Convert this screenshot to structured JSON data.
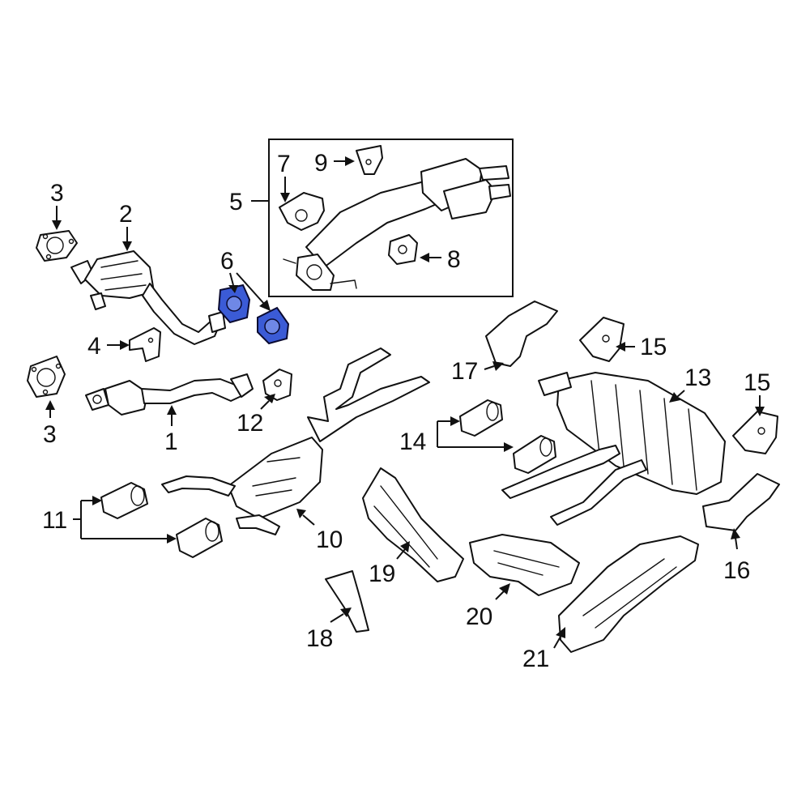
{
  "callouts": {
    "c1": "1",
    "c2": "2",
    "c3a": "3",
    "c3b": "3",
    "c4": "4",
    "c5": "5",
    "c6": "6",
    "c7": "7",
    "c8": "8",
    "c9": "9",
    "c10": "10",
    "c11": "11",
    "c12": "12",
    "c13": "13",
    "c14": "14",
    "c15a": "15",
    "c15b": "15",
    "c16": "16",
    "c17": "17",
    "c18": "18",
    "c19": "19",
    "c20": "20",
    "c21": "21"
  },
  "colors": {
    "highlight": "#3b5bd6",
    "line": "#111111",
    "background": "#ffffff"
  }
}
